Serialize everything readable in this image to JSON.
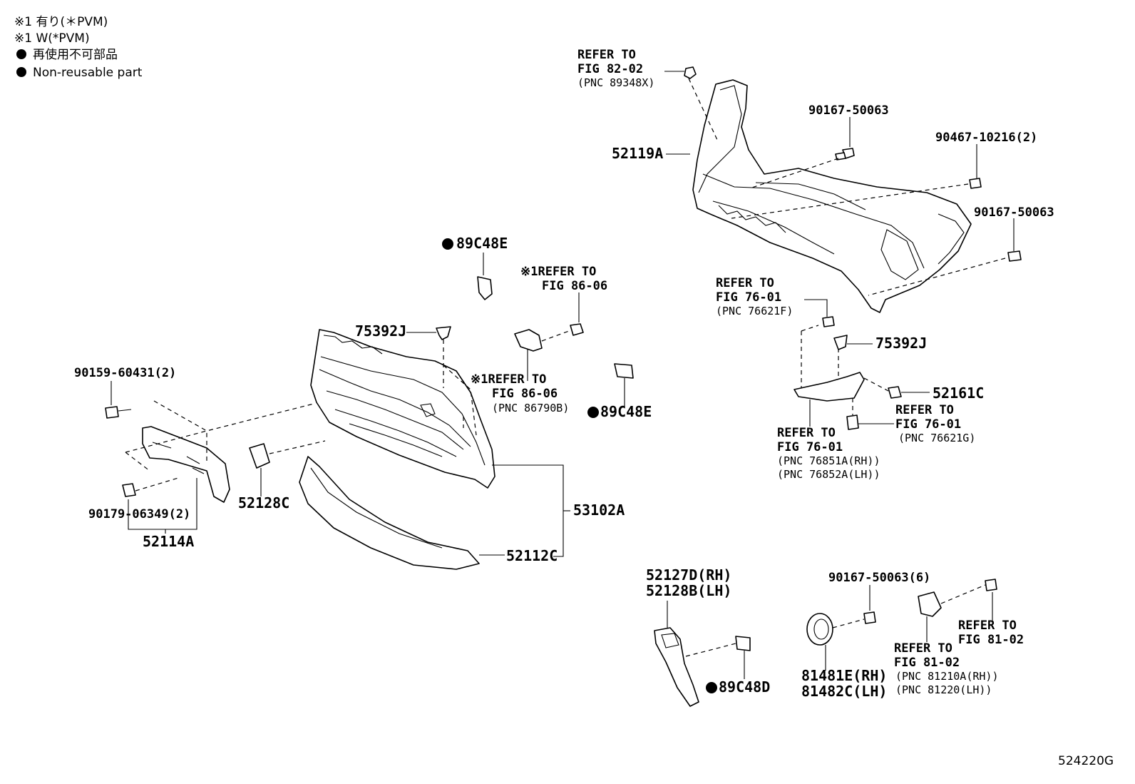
{
  "legend": {
    "note1_ja": "※1 有り(＊PVM)",
    "note1_en": "※1 W(*PVM)",
    "nonreusable_ja": "再使用不可部品",
    "nonreusable_en": "Non-reusable part"
  },
  "labels": {
    "refer_fig_82_02": [
      "REFER TO",
      "FIG 82-02",
      "(PNC 89348X)"
    ],
    "p_52119A": "52119A",
    "p_90167_50063_a": "90167-50063",
    "p_90467_10216": "90467-10216(2)",
    "p_90167_50063_b": "90167-50063",
    "p_89C48E_top": "89C48E",
    "refer_fig_86_06_a": [
      "※1REFER TO",
      "FIG 86-06"
    ],
    "p_75392J_left": "75392J",
    "refer_fig_86_06_b": [
      "※1REFER TO",
      "FIG 86-06",
      "(PNC 86790B)"
    ],
    "p_89C48E_mid": "89C48E",
    "refer_fig_76_01_a": [
      "REFER TO",
      "FIG 76-01",
      "(PNC 76621F)"
    ],
    "p_75392J_right": "75392J",
    "p_52161C": "52161C",
    "refer_fig_76_01_b": [
      "REFER TO",
      "FIG 76-01",
      "(PNC 76621G)"
    ],
    "refer_fig_76_01_c": [
      "REFER TO",
      "FIG 76-01",
      "(PNC 76851A(RH))",
      "(PNC 76852A(LH))"
    ],
    "p_90159_60431": "90159-60431(2)",
    "p_52128C": "52128C",
    "p_90179_06349": "90179-06349(2)",
    "p_52114A": "52114A",
    "p_53102A": "53102A",
    "p_52112C": "52112C",
    "p_52127D_52128B": [
      "52127D(RH)",
      "52128B(LH)"
    ],
    "p_89C48D": "89C48D",
    "p_90167_50063_6": "90167-50063(6)",
    "refer_fig_81_02_a": [
      "REFER TO",
      "FIG 81-02"
    ],
    "refer_fig_81_02_b": [
      "REFER TO",
      "FIG 81-02",
      "(PNC 81210A(RH))",
      "(PNC 81220(LH))"
    ],
    "p_81481E_81482C": [
      "81481E(RH)",
      "81482C(LH)"
    ]
  },
  "figure_id": "524220G"
}
